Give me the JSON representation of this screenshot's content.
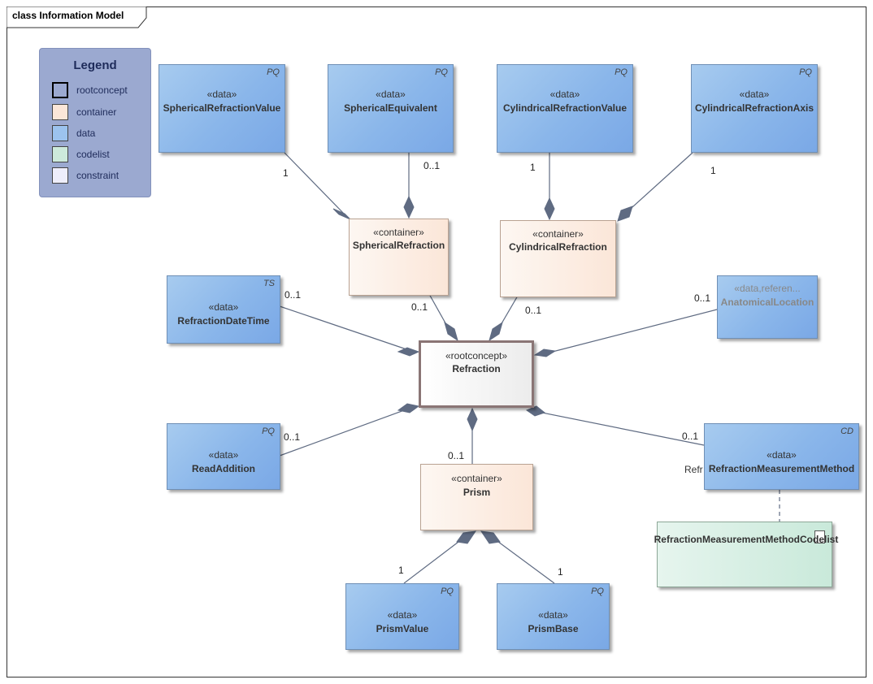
{
  "frame": {
    "title": "class Information Model"
  },
  "legend": {
    "title": "Legend",
    "items": [
      {
        "label": "rootconcept",
        "color": "#ffffff"
      },
      {
        "label": "container",
        "color": "#fbe6d8"
      },
      {
        "label": "data",
        "color": "#9cc3ee"
      },
      {
        "label": "codelist",
        "color": "#cdeadb"
      },
      {
        "label": "constraint",
        "color": "#eeeefb"
      }
    ]
  },
  "nodes": {
    "spherical_refraction_value": {
      "stereotype": "«data»",
      "name": "SphericalRefractionValue",
      "tag": "PQ"
    },
    "spherical_equivalent": {
      "stereotype": "«data»",
      "name": "SphericalEquivalent",
      "tag": "PQ"
    },
    "cylindrical_refraction_value": {
      "stereotype": "«data»",
      "name": "CylindricalRefractionValue",
      "tag": "PQ"
    },
    "cylindrical_refraction_axis": {
      "stereotype": "«data»",
      "name": "CylindricalRefractionAxis",
      "tag": "PQ"
    },
    "spherical_refraction": {
      "stereotype": "«container»",
      "name": "SphericalRefraction"
    },
    "cylindrical_refraction": {
      "stereotype": "«container»",
      "name": "CylindricalRefraction"
    },
    "refraction_date_time": {
      "stereotype": "«data»",
      "name": "RefractionDateTime",
      "tag": "TS"
    },
    "anatomical_location": {
      "stereotype": "«data,referen...",
      "name": "AnatomicalLocation"
    },
    "refraction": {
      "stereotype": "«rootconcept»",
      "name": "Refraction"
    },
    "read_addition": {
      "stereotype": "«data»",
      "name": "ReadAddition",
      "tag": "PQ"
    },
    "refraction_measurement_method": {
      "stereotype": "«data»",
      "name": "RefractionMeasurementMethod",
      "tag": "CD",
      "overlap_label": "Refr"
    },
    "prism": {
      "stereotype": "«container»",
      "name": "Prism"
    },
    "refraction_measurement_method_codelist": {
      "name": "RefractionMeasurementMethodCodelist"
    },
    "prism_value": {
      "stereotype": "«data»",
      "name": "PrismValue",
      "tag": "PQ"
    },
    "prism_base": {
      "stereotype": "«data»",
      "name": "PrismBase",
      "tag": "PQ"
    }
  },
  "multiplicities": {
    "spherical_refraction_value": "1",
    "spherical_equivalent": "0..1",
    "cylindrical_refraction_value": "1",
    "cylindrical_refraction_axis": "1",
    "spherical_refraction": "0..1",
    "cylindrical_refraction": "0..1",
    "refraction_date_time": "0..1",
    "anatomical_location": "0..1",
    "read_addition": "0..1",
    "prism": "0..1",
    "refraction_measurement_method": "0..1",
    "prism_value": "1",
    "prism_base": "1"
  },
  "colors": {
    "line": "#5f6b82",
    "diamond": "#5f6b82"
  }
}
